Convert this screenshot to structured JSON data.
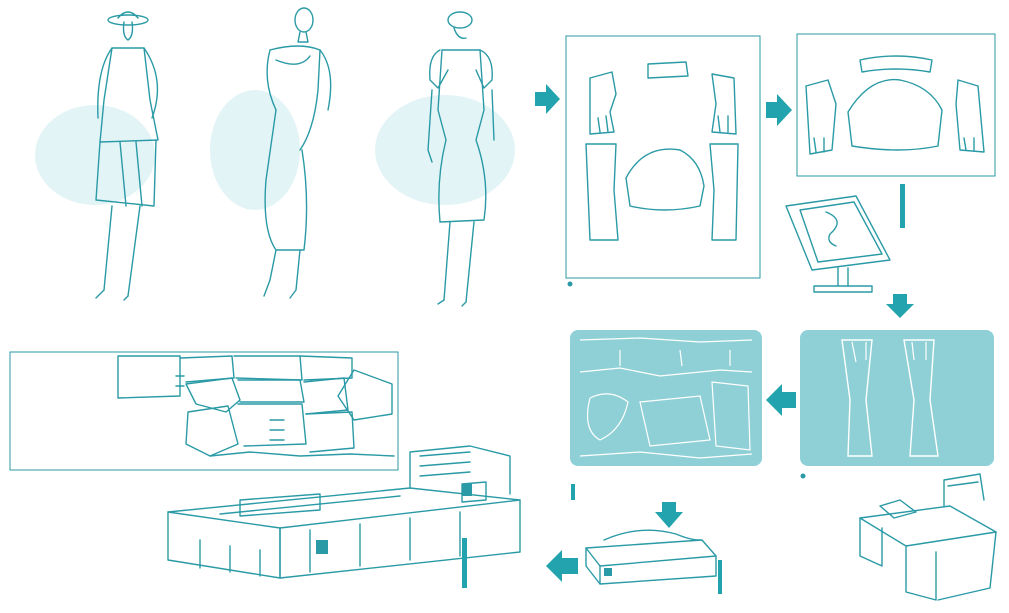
{
  "colors": {
    "ink": "#2a9aa6",
    "accent": "#22a3ad",
    "tint": "#8fd0d6",
    "wash": "#e3f4f6",
    "background": "#ffffff"
  },
  "stages": [
    {
      "id": "fashion-sketches",
      "icon": "fashion-figure-icon",
      "count": 3
    },
    {
      "id": "pattern-sheet",
      "icon": "pattern-pieces-icon"
    },
    {
      "id": "digitized-pattern",
      "icon": "pattern-pieces-icon"
    },
    {
      "id": "digitizer-tablet",
      "icon": "digitizer-icon"
    },
    {
      "id": "grading-panel",
      "icon": "graded-pattern-icon"
    },
    {
      "id": "marker-layout-panel",
      "icon": "marker-layout-icon"
    },
    {
      "id": "plotter-unit",
      "icon": "plotter-icon"
    },
    {
      "id": "cad-workstation",
      "icon": "computer-desk-icon"
    },
    {
      "id": "marker-plan",
      "icon": "marker-layout-icon"
    },
    {
      "id": "cutting-table",
      "icon": "cutting-machine-icon"
    }
  ],
  "flow_arrows": [
    {
      "from": "fashion-sketches",
      "to": "pattern-sheet",
      "direction": "right"
    },
    {
      "from": "pattern-sheet",
      "to": "digitized-pattern",
      "direction": "right"
    },
    {
      "from": "digitizer-tablet",
      "to": "grading-panel",
      "direction": "down"
    },
    {
      "from": "grading-panel",
      "to": "marker-layout-panel",
      "direction": "left"
    },
    {
      "from": "marker-layout-panel",
      "to": "plotter-unit",
      "direction": "down"
    },
    {
      "from": "plotter-unit",
      "to": "cutting-table",
      "direction": "left"
    }
  ]
}
